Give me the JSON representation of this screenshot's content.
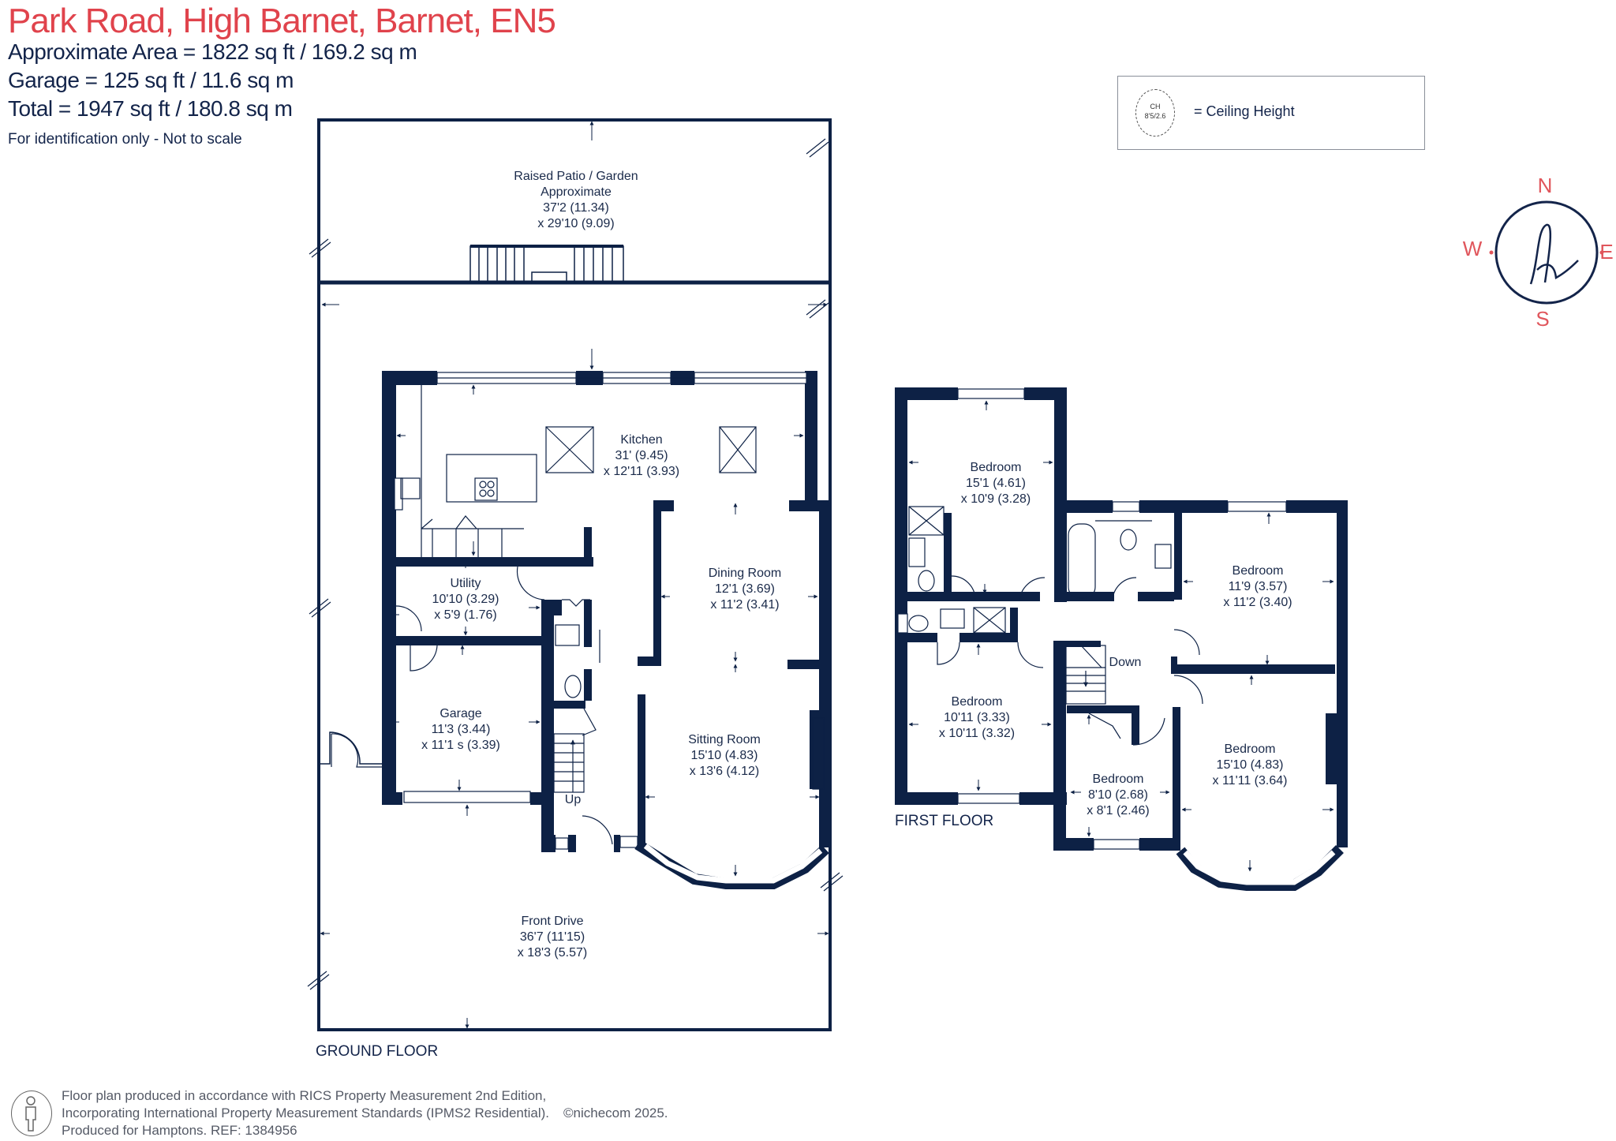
{
  "header": {
    "title": "Park Road, High Barnet, Barnet, EN5",
    "approx_area": "Approximate Area = 1822 sq ft / 169.2 sq m",
    "garage_area": "Garage = 125 sq ft / 11.6 sq m",
    "total_area": "Total = 1947 sq ft / 180.8 sq m",
    "disclaimer": "For identification only - Not to scale"
  },
  "legend": {
    "symbol_line1": "CH",
    "symbol_line2": "8'5/2.6",
    "label": "= Ceiling Height"
  },
  "compass": {
    "north": "N",
    "south": "S",
    "east": "E",
    "west": "W",
    "logo": "h",
    "colors": {
      "ring": "#13244a",
      "letters": "#e0565c"
    }
  },
  "colors": {
    "wall": "#0d2145",
    "title": "#e0434c",
    "text": "#13244a"
  },
  "ground_floor": {
    "label": "GROUND FLOOR",
    "rooms": {
      "patio": {
        "name": "Raised Patio / Garden",
        "line2": "Approximate",
        "dim1": "37'2 (11.34)",
        "dim2": "x 29'10 (9.09)"
      },
      "kitchen": {
        "name": "Kitchen",
        "dim1": "31' (9.45)",
        "dim2": "x 12'11 (3.93)"
      },
      "dining": {
        "name": "Dining Room",
        "dim1": "12'1 (3.69)",
        "dim2": "x 11'2 (3.41)"
      },
      "utility": {
        "name": "Utility",
        "dim1": "10'10 (3.29)",
        "dim2": "x 5'9 (1.76)"
      },
      "garage": {
        "name": "Garage",
        "dim1": "11'3 (3.44)",
        "dim2": "x 11'1 s (3.39)"
      },
      "sitting": {
        "name": "Sitting Room",
        "dim1": "15'10 (4.83)",
        "dim2": "x 13'6 (4.12)"
      },
      "drive": {
        "name": "Front Drive",
        "dim1": "36'7 (11'15)",
        "dim2": "x 18'3 (5.57)"
      }
    },
    "stairs_label": "Up"
  },
  "first_floor": {
    "label": "FIRST FLOOR",
    "rooms": {
      "bed1": {
        "name": "Bedroom",
        "dim1": "15'1 (4.61)",
        "dim2": "x 10'9 (3.28)"
      },
      "bed2": {
        "name": "Bedroom",
        "dim1": "11'9 (3.57)",
        "dim2": "x 11'2 (3.40)"
      },
      "bed3": {
        "name": "Bedroom",
        "dim1": "10'11 (3.33)",
        "dim2": "x 10'11 (3.32)"
      },
      "bed4": {
        "name": "Bedroom",
        "dim1": "8'10 (2.68)",
        "dim2": "x 8'1 (2.46)"
      },
      "bed5": {
        "name": "Bedroom",
        "dim1": "15'10 (4.83)",
        "dim2": "x 11'11 (3.64)"
      }
    },
    "stairs_label": "Down"
  },
  "footer": {
    "line1": "Floor plan produced in accordance with RICS Property Measurement 2nd Edition,",
    "line2": "Incorporating International Property Measurement Standards (IPMS2 Residential).",
    "brand": "©nichecom 2025.",
    "line3": "Produced for Hamptons.  REF: 1384956"
  }
}
